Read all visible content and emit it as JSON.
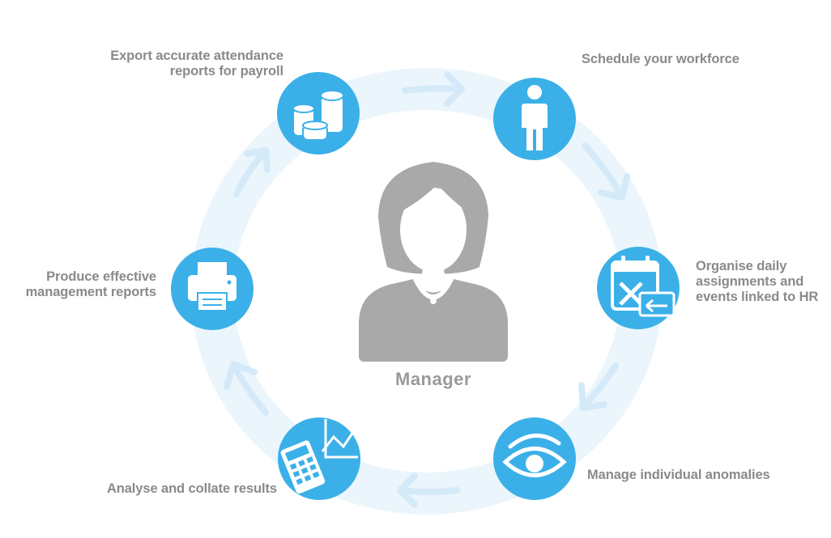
{
  "center": {
    "title": "Manager",
    "icon": "manager-person-icon"
  },
  "steps": [
    {
      "id": "schedule",
      "label": "Schedule your workforce",
      "icon": "person-icon"
    },
    {
      "id": "organise",
      "label": "Organise daily\nassignments and\nevents linked to HR",
      "icon": "calendar-icon"
    },
    {
      "id": "anomalies",
      "label": "Manage individual anomalies",
      "icon": "eye-icon"
    },
    {
      "id": "analyse",
      "label": "Analyse and collate results",
      "icon": "calculator-chart-icon"
    },
    {
      "id": "reports",
      "label": "Produce effective\nmanagement reports",
      "icon": "printer-icon"
    },
    {
      "id": "export",
      "label": "Export accurate attendance\nreports for payroll",
      "icon": "coins-icon"
    }
  ],
  "colors": {
    "accent": "#3bb0e8",
    "ring": "#e9f4fb",
    "arrow": "#d6ebf8",
    "text": "#8a8a8a",
    "figure": "#a9a9a9"
  }
}
